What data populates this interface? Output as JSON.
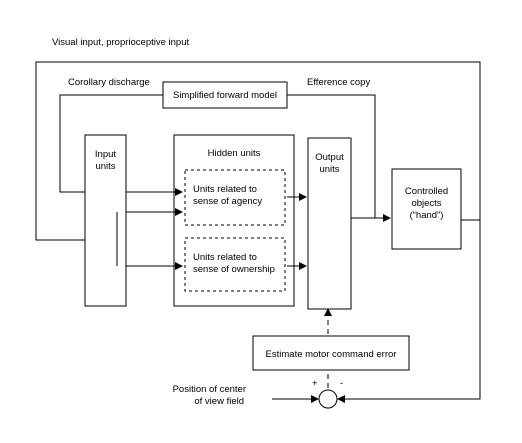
{
  "top_label": "Visual input, proprioceptive input",
  "corollary_label": "Corollary discharge",
  "efference_label": "Efference copy",
  "forward_model": "Simplified forward model",
  "input_units": [
    "Input",
    "units"
  ],
  "hidden_units": "Hidden units",
  "agency_box": [
    "Units related to",
    "sense of agency"
  ],
  "ownership_box": [
    "Units related to",
    "sense of ownership"
  ],
  "output_units": [
    "Output",
    "units"
  ],
  "controlled_objects": [
    "Controlled",
    "objects",
    "(“hand”)"
  ],
  "estimate_error": "Estimate motor command error",
  "position_label": [
    "Position of center",
    "of view field"
  ],
  "plus_sign": "+",
  "minus_sign": "-"
}
